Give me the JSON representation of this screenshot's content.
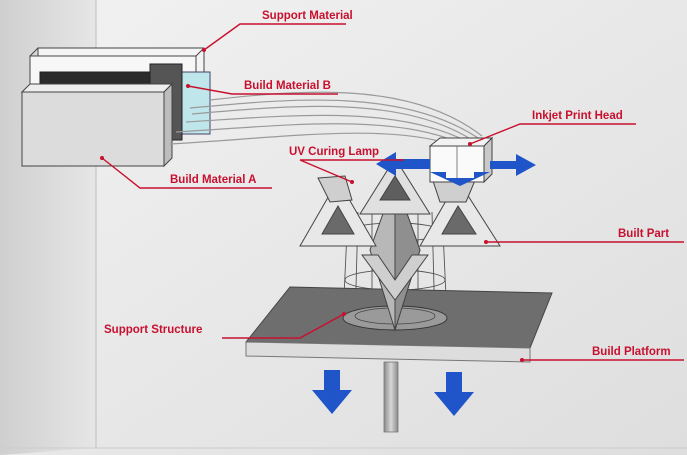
{
  "labels": {
    "support_material": "Support Material",
    "build_material_b": "Build Material B",
    "inkjet_print_head": "Inkjet Print Head",
    "uv_curing_lamp": "UV Curing Lamp",
    "build_material_a": "Build Material A",
    "built_part": "Built Part",
    "support_structure": "Support Structure",
    "build_platform": "Build Platform"
  },
  "colors": {
    "label_red": "#c8102e",
    "arrow_blue": "#1f55c8",
    "platform_gray": "#6e6e6e",
    "background_gray": "#e9e9e9"
  }
}
